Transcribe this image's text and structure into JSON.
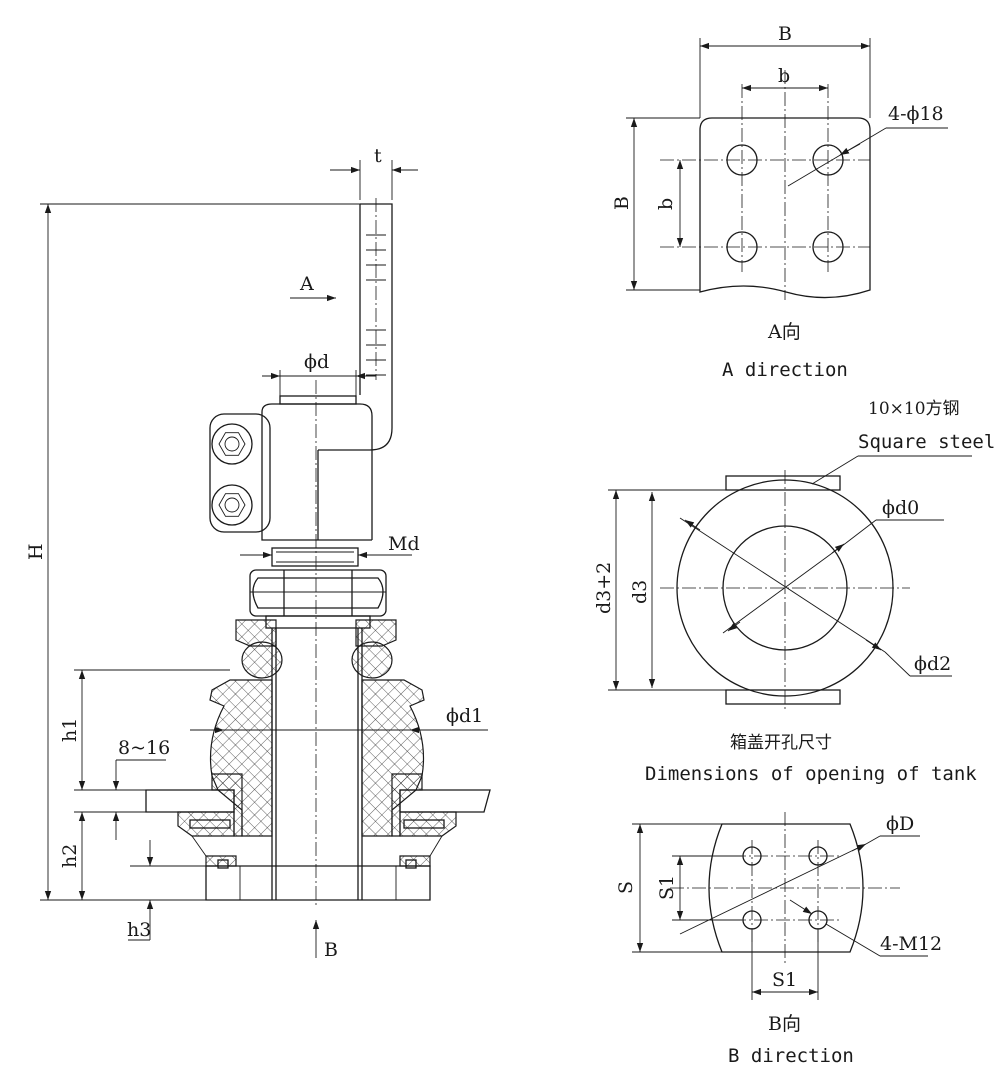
{
  "labels": {
    "t": "t",
    "A_arrow": "A",
    "phi_d": "ϕd",
    "Md": "Md",
    "H": "H",
    "h1": "h1",
    "range": "8~16",
    "phi_d1": "ϕd1",
    "h2": "h2",
    "h3": "h3",
    "B_arrow": "B"
  },
  "a_view": {
    "B_top": "B",
    "b_top": "b",
    "holes": "4-ϕ18",
    "B_side": "B",
    "b_side": "b",
    "caption_cn": "A向",
    "caption_en": "A direction"
  },
  "opening": {
    "square_steel_cn": "10×10方钢",
    "square_steel_en": "Square steel",
    "phi_d0": "ϕd0",
    "d3_plus": "d3+2",
    "d3": "d3",
    "phi_d2": "ϕd2",
    "caption_cn": "箱盖开孔尺寸",
    "caption_en": "Dimensions of opening of tank"
  },
  "b_view": {
    "phi_D": "ϕD",
    "S": "S",
    "S1_side": "S1",
    "M12": "4-M12",
    "S1_bottom": "S1",
    "caption_cn": "B向",
    "caption_en": "B direction"
  }
}
